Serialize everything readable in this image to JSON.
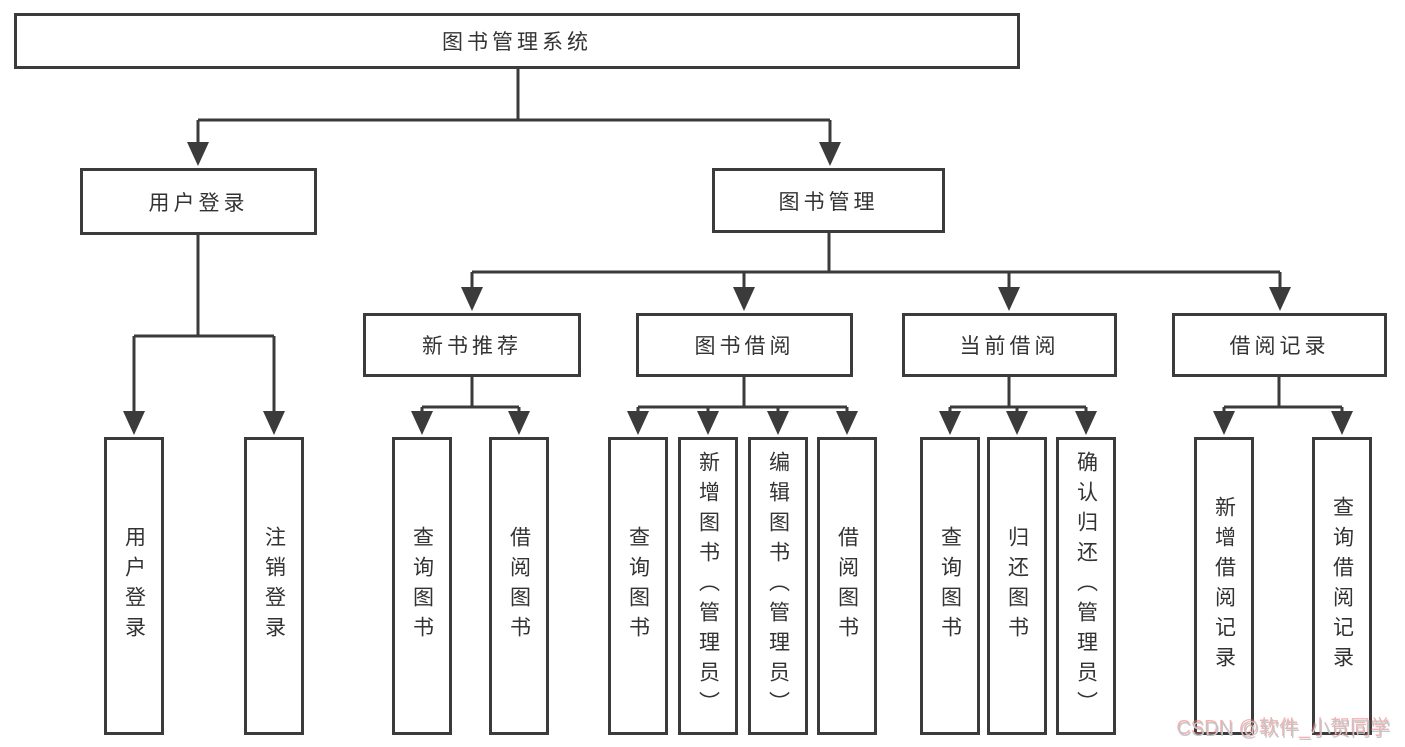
{
  "diagram": {
    "type": "tree",
    "title": "图书管理系统",
    "colors": {
      "background": "#ffffff",
      "line": "#3b3b3b",
      "text": "#333333",
      "watermark": "#c6c6c6",
      "watermark_shadow": "#f06e6e"
    },
    "nodes": {
      "root": {
        "label": "图书管理系统"
      },
      "userLogin": {
        "label": "用户登录"
      },
      "bookManagement": {
        "label": "图书管理"
      },
      "newBookRecommend": {
        "label": "新书推荐"
      },
      "bookBorrow": {
        "label": "图书借阅"
      },
      "currentBorrow": {
        "label": "当前借阅"
      },
      "borrowRecords": {
        "label": "借阅记录"
      },
      "leaves": [
        {
          "id": "user-login",
          "label": "用户登录"
        },
        {
          "id": "logout",
          "label": "注销登录"
        },
        {
          "id": "newrec-query-books",
          "label": "查询图书"
        },
        {
          "id": "newrec-borrow-books",
          "label": "借阅图书"
        },
        {
          "id": "borrow-query-books",
          "label": "查询图书"
        },
        {
          "id": "borrow-add-books-admin",
          "label": "新增图书（管理员）"
        },
        {
          "id": "borrow-edit-books-admin",
          "label": "编辑图书（管理员）"
        },
        {
          "id": "borrow-borrow-books",
          "label": "借阅图书"
        },
        {
          "id": "current-query-books",
          "label": "查询图书"
        },
        {
          "id": "current-return-books",
          "label": "归还图书"
        },
        {
          "id": "current-confirm-return-admin",
          "label": "确认归还（管理员）"
        },
        {
          "id": "records-add-borrow-record",
          "label": "新增借阅记录"
        },
        {
          "id": "records-query-borrow-record",
          "label": "查询借阅记录"
        }
      ]
    },
    "edges": [
      {
        "from": "图书管理系统",
        "to": "用户登录"
      },
      {
        "from": "图书管理系统",
        "to": "图书管理"
      },
      {
        "from": "用户登录",
        "to": "用户登录"
      },
      {
        "from": "用户登录",
        "to": "注销登录"
      },
      {
        "from": "图书管理",
        "to": "新书推荐"
      },
      {
        "from": "图书管理",
        "to": "图书借阅"
      },
      {
        "from": "图书管理",
        "to": "当前借阅"
      },
      {
        "from": "图书管理",
        "to": "借阅记录"
      },
      {
        "from": "新书推荐",
        "to": "查询图书"
      },
      {
        "from": "新书推荐",
        "to": "借阅图书"
      },
      {
        "from": "图书借阅",
        "to": "查询图书"
      },
      {
        "from": "图书借阅",
        "to": "新增图书（管理员）"
      },
      {
        "from": "图书借阅",
        "to": "编辑图书（管理员）"
      },
      {
        "from": "图书借阅",
        "to": "借阅图书"
      },
      {
        "from": "当前借阅",
        "to": "查询图书"
      },
      {
        "from": "当前借阅",
        "to": "归还图书"
      },
      {
        "from": "当前借阅",
        "to": "确认归还（管理员）"
      },
      {
        "from": "借阅记录",
        "to": "新增借阅记录"
      },
      {
        "from": "借阅记录",
        "to": "查询借阅记录"
      }
    ],
    "watermark": {
      "text": "CSDN @软件_小贺同学"
    }
  }
}
